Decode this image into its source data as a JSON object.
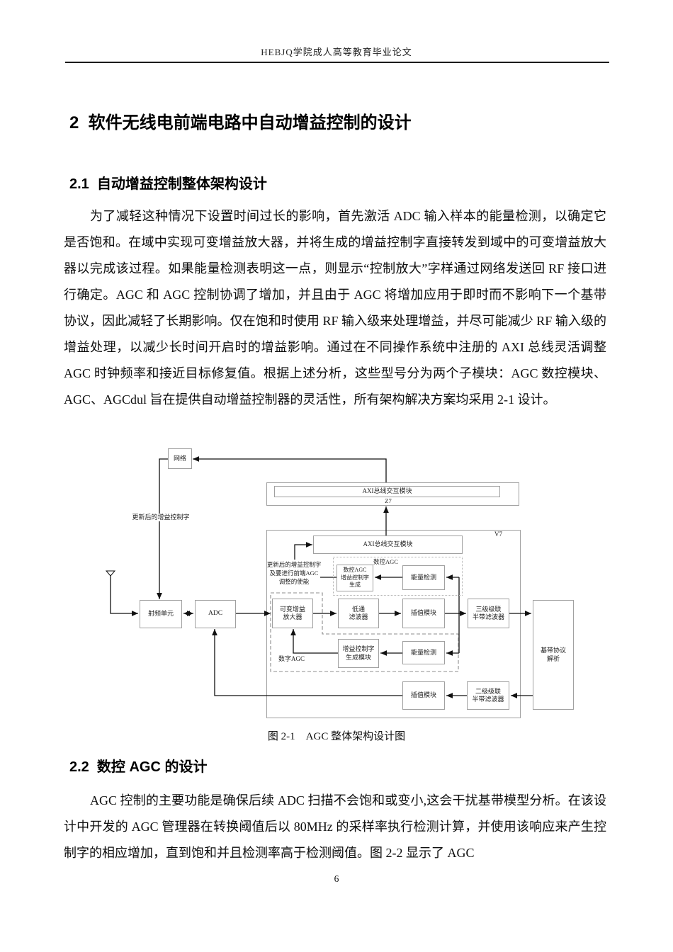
{
  "colors": {
    "line": "#111111",
    "box_border": "#a0a0a0",
    "text": "#0d0d0d"
  },
  "header": {
    "title": "HEBJQ学院成人高等教育毕业论文"
  },
  "headings": {
    "chapter": "2  软件无线电前端电路中自动增益控制的设计",
    "section1": "2.1  自动增益控制整体架构设计",
    "section2": "2.2  数控 AGC 的设计"
  },
  "paragraphs": {
    "p1": "为了减轻这种情况下设置时间过长的影响，首先激活 ADC 输入样本的能量检测，以确定它是否饱和。在域中实现可变增益放大器，并将生成的增益控制字直接转发到域中的可变增益放大器以完成该过程。如果能量检测表明这一点，则显示“控制放大”字样通过网络发送回 RF 接口进行确定。AGC 和 AGC 控制协调了增加，并且由于 AGC 将增加应用于即时而不影响下一个基带协议，因此减轻了长期影响。仅在饱和时使用 RF 输入级来处理增益，并尽可能减少 RF 输入级的增益处理，以减少长时间开启时的增益影响。通过在不同操作系统中注册的 AXI 总线灵活调整 AGC 时钟频率和接近目标修复值。根据上述分析，这些型号分为两个子模块：AGC 数控模块、AGC、AGCdul 旨在提供自动增益控制器的灵活性，所有架构解决方案均采用 2-1 设计。",
    "p2": "AGC 控制的主要功能是确保后续 ADC 扫描不会饱和或变小,这会干扰基带模型分析。在该设计中开发的 AGC 管理器在转换阈值后以 80MHz 的采样率执行检测计算，并使用该响应来产生控制字的相应增加，直到饱和并且检测率高于检测阈值。图 2-2 显示了 AGC"
  },
  "figure": {
    "caption": "图 2-1    AGC 整体架构设计图",
    "network": "网络",
    "axi_module_z7": "AXI总线交互模块",
    "z7_label": "Z7",
    "v7_label": "V7",
    "axi_module_v7": "AXI总线交互模块",
    "updated_gain_word": "更新后的增益控制字",
    "fe_note_l1": "更新后的增益控制字",
    "fe_note_l2": "及要进行前端AGC",
    "fe_note_l3": "调整的使能",
    "nc_agc_label": "数控AGC",
    "nc_gen_l1": "数控AGC",
    "nc_gen_l2": "增益控制字",
    "nc_gen_l3": "生成",
    "energy_top": "能量检测",
    "rf_unit": "射频单元",
    "adc": "ADC",
    "vga_l1": "可变增益",
    "vga_l2": "放大器",
    "lpf_l1": "低通",
    "lpf_l2": "滤波器",
    "interp_top": "插值模块",
    "hb3_l1": "三级级联",
    "hb3_l2": "半带滤波器",
    "bb_l1": "基带协议",
    "bb_l2": "解析",
    "gw_l1": "增益控制字",
    "gw_l2": "生成模块",
    "energy_bottom": "能量检测",
    "digital_agc_label": "数字AGC",
    "interp_bottom": "插值模块",
    "hb2_l1": "二级级联",
    "hb2_l2": "半带滤波器"
  },
  "footer": {
    "page_number": "6"
  }
}
